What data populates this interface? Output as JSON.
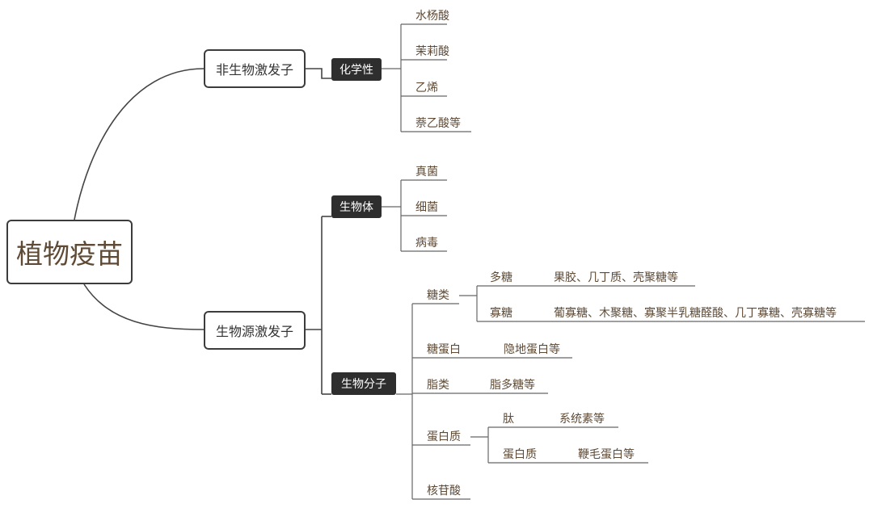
{
  "root": {
    "label": "植物疫苗"
  },
  "branches": {
    "abiotic": {
      "label": "非生物激发子",
      "category": "化学性",
      "items": [
        "水杨酸",
        "茉莉酸",
        "乙烯",
        "萘乙酸等"
      ]
    },
    "biotic": {
      "label": "生物源激发子",
      "organism": {
        "label": "生物体",
        "items": [
          "真菌",
          "细菌",
          "病毒"
        ]
      },
      "molecule": {
        "label": "生物分子",
        "sugars": {
          "label": "糖类",
          "poly": {
            "label": "多糖",
            "detail": "果胶、几丁质、壳聚糖等"
          },
          "oligo": {
            "label": "寡糖",
            "detail": "葡寡糖、木聚糖、寡聚半乳糖醛酸、几丁寡糖、壳寡糖等"
          }
        },
        "glycoprotein": {
          "label": "糖蛋白",
          "detail": "隐地蛋白等"
        },
        "lipid": {
          "label": "脂类",
          "detail": "脂多糖等"
        },
        "protein": {
          "label": "蛋白质",
          "peptide": {
            "label": "肽",
            "detail": "系统素等"
          },
          "protein": {
            "label": "蛋白质",
            "detail": "鞭毛蛋白等"
          }
        },
        "nucleotide": {
          "label": "核苷酸"
        }
      }
    }
  }
}
